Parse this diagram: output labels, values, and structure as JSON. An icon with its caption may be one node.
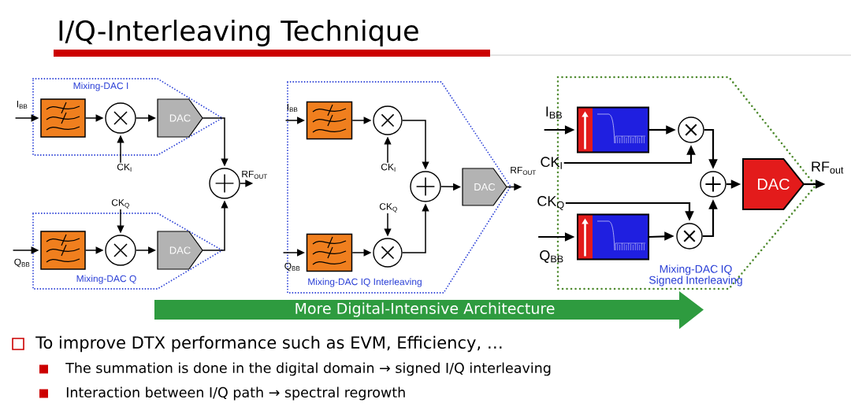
{
  "diagram": {
    "title": "I/Q-Interleaving Technique",
    "nodes": [
      {
        "text": [
          "Mixing-DAC I"
        ]
      },
      {
        "text": [
          "I$_{BB}$"
        ]
      },
      {
        "text": [],
        "shape": "box",
        "in": 0
      },
      {
        "text": [],
        "shape": "circle",
        "in": 0
      },
      {
        "text": [
          "DAC"
        ],
        "in": 0
      },
      {
        "text": [
          "CK$_{I}$"
        ]
      },
      {
        "text": [
          "Mixing-DAC Q"
        ]
      },
      {
        "text": [
          "Q$_{BB}$"
        ]
      },
      {
        "text": [],
        "shape": "box",
        "in": 6
      },
      {
        "text": [],
        "shape": "circle",
        "in": 6
      },
      {
        "text": [
          "DAC"
        ],
        "in": 6
      },
      {
        "text": [
          "CK$_{Q}$"
        ]
      },
      {
        "text": [],
        "shape": "circle"
      },
      {
        "text": [
          "RF$_{OUT}$"
        ]
      },
      {
        "text": [
          "Mixing-DAC IQ Interleaving"
        ]
      },
      {
        "text": [
          "I$_{BB}$"
        ],
        "in": 14
      },
      {
        "text": [],
        "shape": "box",
        "in": 14
      },
      {
        "text": [],
        "shape": "circle",
        "in": 14
      },
      {
        "text": [
          "CK$_{I}$"
        ],
        "in": 14
      },
      {
        "text": [
          "Q$_{BB}$"
        ]
      },
      {
        "text": [],
        "shape": "box",
        "in": 14
      },
      {
        "text": [],
        "shape": "circle",
        "in": 14
      },
      {
        "text": [
          "CK$_{Q}$"
        ],
        "in": 14
      },
      {
        "text": [],
        "shape": "circle",
        "in": 14
      },
      {
        "text": [
          "DAC"
        ],
        "in": 14
      },
      {
        "text": [
          "RF$_{OUT}$"
        ]
      },
      {
        "text": [
          "Mixing-DAC IQ Signed Interleaving"
        ]
      },
      {
        "text": [
          "I$_{BB}$"
        ]
      },
      {
        "text": [],
        "shape": "box",
        "in": 26
      },
      {
        "text": [],
        "shape": "circle",
        "in": 26
      },
      {
        "text": [
          "CK$_{I}$"
        ]
      },
      {
        "text": [
          "CK$_{Q}$"
        ]
      },
      {
        "text": [
          "Q$_{BB}$"
        ]
      },
      {
        "text": [],
        "shape": "box",
        "in": 26
      },
      {
        "text": [],
        "shape": "circle",
        "in": 26
      },
      {
        "text": [],
        "shape": "circle",
        "in": 26
      },
      {
        "text": [
          "DAC"
        ],
        "in": 26
      },
      {
        "text": [
          "RF$_{out}$"
        ]
      },
      {
        "text": [
          "More Digital-Intensive Architecture"
        ]
      }
    ],
    "edges": [
      {
        "from": 1,
        "to": 2,
        "arrow": "to"
      },
      {
        "from": 2,
        "to": 3,
        "arrow": "to"
      },
      {
        "from": 3,
        "to": 4,
        "arrow": "to"
      },
      {
        "from": 5,
        "to": 3,
        "arrow": "to"
      },
      {
        "from": 4,
        "to": 12,
        "arrow": "to"
      },
      {
        "from": 7,
        "to": 8,
        "arrow": "to"
      },
      {
        "from": 8,
        "to": 9,
        "arrow": "to"
      },
      {
        "from": 9,
        "to": 10,
        "arrow": "to"
      },
      {
        "from": 11,
        "to": 9,
        "arrow": "to"
      },
      {
        "from": 10,
        "to": 12,
        "arrow": "to"
      },
      {
        "from": 12,
        "to": 13,
        "arrow": "to"
      },
      {
        "from": 15,
        "to": 16,
        "arrow": "to"
      },
      {
        "from": 16,
        "to": 17,
        "arrow": "to"
      },
      {
        "from": 18,
        "to": 17,
        "arrow": "to"
      },
      {
        "from": 17,
        "to": 23,
        "arrow": "to"
      },
      {
        "from": 19,
        "to": 20,
        "arrow": "to"
      },
      {
        "from": 20,
        "to": 21,
        "arrow": "to"
      },
      {
        "from": 22,
        "to": 21,
        "arrow": "to"
      },
      {
        "from": 21,
        "to": 23,
        "arrow": "to"
      },
      {
        "from": 23,
        "to": 24,
        "arrow": "to"
      },
      {
        "from": 24,
        "to": 25,
        "arrow": "to"
      },
      {
        "from": 27,
        "to": 28,
        "arrow": "to"
      },
      {
        "from": 28,
        "to": 29,
        "arrow": "to"
      },
      {
        "from": 30,
        "to": 29,
        "arrow": "to"
      },
      {
        "from": 29,
        "to": 35,
        "arrow": "to"
      },
      {
        "from": 31,
        "to": 34,
        "arrow": "to"
      },
      {
        "from": 32,
        "to": 33,
        "arrow": "to"
      },
      {
        "from": 33,
        "to": 34,
        "arrow": "to"
      },
      {
        "from": 34,
        "to": 35,
        "arrow": "to"
      },
      {
        "from": 35,
        "to": 36,
        "arrow": "to"
      },
      {
        "from": 36,
        "to": 37,
        "arrow": "to"
      }
    ],
    "labels": [
      "To improve DTX performance such as EVM, Efficiency, …",
      "The summation is done in the digital domain → signed I/Q interleaving",
      "Interaction between I/Q path → spectral regrowth"
    ]
  }
}
